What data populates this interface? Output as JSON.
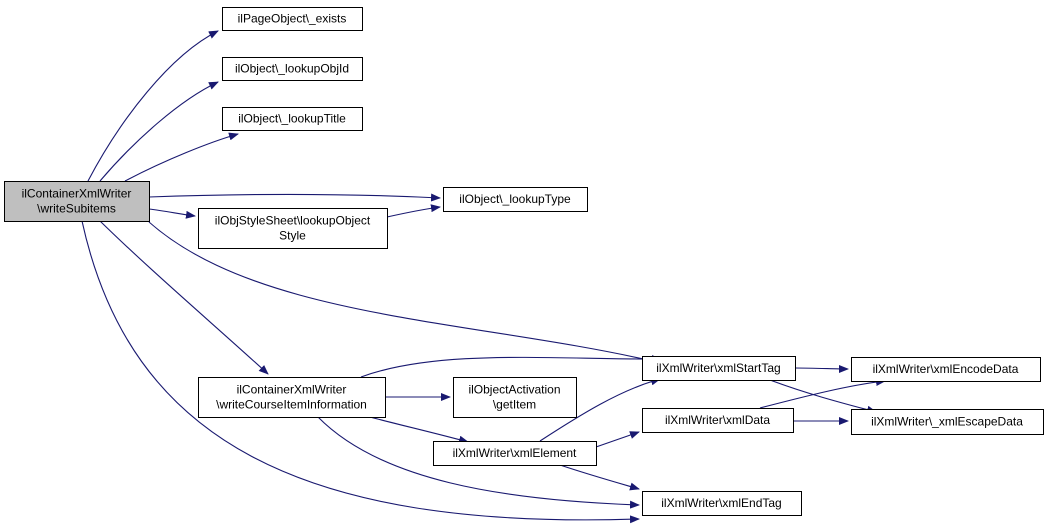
{
  "diagram": {
    "colors": {
      "edge": "#191970",
      "node_border": "#000000",
      "node_fill": "#ffffff",
      "root_fill": "#bfbfbf"
    },
    "nodes": [
      {
        "id": "root",
        "lines": [
          "ilContainerXmlWriter",
          "\\writeSubitems"
        ],
        "root": true
      },
      {
        "id": "page_exists",
        "lines": [
          "ilPageObject\\_exists"
        ]
      },
      {
        "id": "lookup_obj_id",
        "lines": [
          "ilObject\\_lookupObjId"
        ]
      },
      {
        "id": "lookup_title",
        "lines": [
          "ilObject\\_lookupTitle"
        ]
      },
      {
        "id": "lookup_type",
        "lines": [
          "ilObject\\_lookupType"
        ]
      },
      {
        "id": "lookup_object_style",
        "lines": [
          "ilObjStyleSheet\\lookupObject",
          "Style"
        ]
      },
      {
        "id": "write_course_item",
        "lines": [
          "ilContainerXmlWriter",
          "\\writeCourseItemInformation"
        ]
      },
      {
        "id": "get_item",
        "lines": [
          "ilObjectActivation",
          "\\getItem"
        ]
      },
      {
        "id": "xml_start_tag",
        "lines": [
          "ilXmlWriter\\xmlStartTag"
        ]
      },
      {
        "id": "xml_element",
        "lines": [
          "ilXmlWriter\\xmlElement"
        ]
      },
      {
        "id": "xml_data",
        "lines": [
          "ilXmlWriter\\xmlData"
        ]
      },
      {
        "id": "xml_end_tag",
        "lines": [
          "ilXmlWriter\\xmlEndTag"
        ]
      },
      {
        "id": "xml_encode_data",
        "lines": [
          "ilXmlWriter\\xmlEncodeData"
        ]
      },
      {
        "id": "xml_escape_data",
        "lines": [
          "ilXmlWriter\\_xmlEscapeData"
        ]
      }
    ],
    "edges": [
      {
        "from": "root",
        "to": "page_exists"
      },
      {
        "from": "root",
        "to": "lookup_obj_id"
      },
      {
        "from": "root",
        "to": "lookup_title"
      },
      {
        "from": "root",
        "to": "lookup_type"
      },
      {
        "from": "root",
        "to": "lookup_object_style"
      },
      {
        "from": "root",
        "to": "xml_start_tag"
      },
      {
        "from": "root",
        "to": "write_course_item"
      },
      {
        "from": "root",
        "to": "xml_end_tag"
      },
      {
        "from": "lookup_object_style",
        "to": "lookup_type"
      },
      {
        "from": "write_course_item",
        "to": "xml_start_tag"
      },
      {
        "from": "write_course_item",
        "to": "get_item"
      },
      {
        "from": "write_course_item",
        "to": "xml_element"
      },
      {
        "from": "write_course_item",
        "to": "xml_end_tag"
      },
      {
        "from": "xml_element",
        "to": "xml_start_tag"
      },
      {
        "from": "xml_element",
        "to": "xml_data"
      },
      {
        "from": "xml_element",
        "to": "xml_end_tag"
      },
      {
        "from": "xml_start_tag",
        "to": "xml_encode_data"
      },
      {
        "from": "xml_start_tag",
        "to": "xml_escape_data"
      },
      {
        "from": "xml_data",
        "to": "xml_encode_data"
      },
      {
        "from": "xml_data",
        "to": "xml_escape_data"
      }
    ]
  }
}
